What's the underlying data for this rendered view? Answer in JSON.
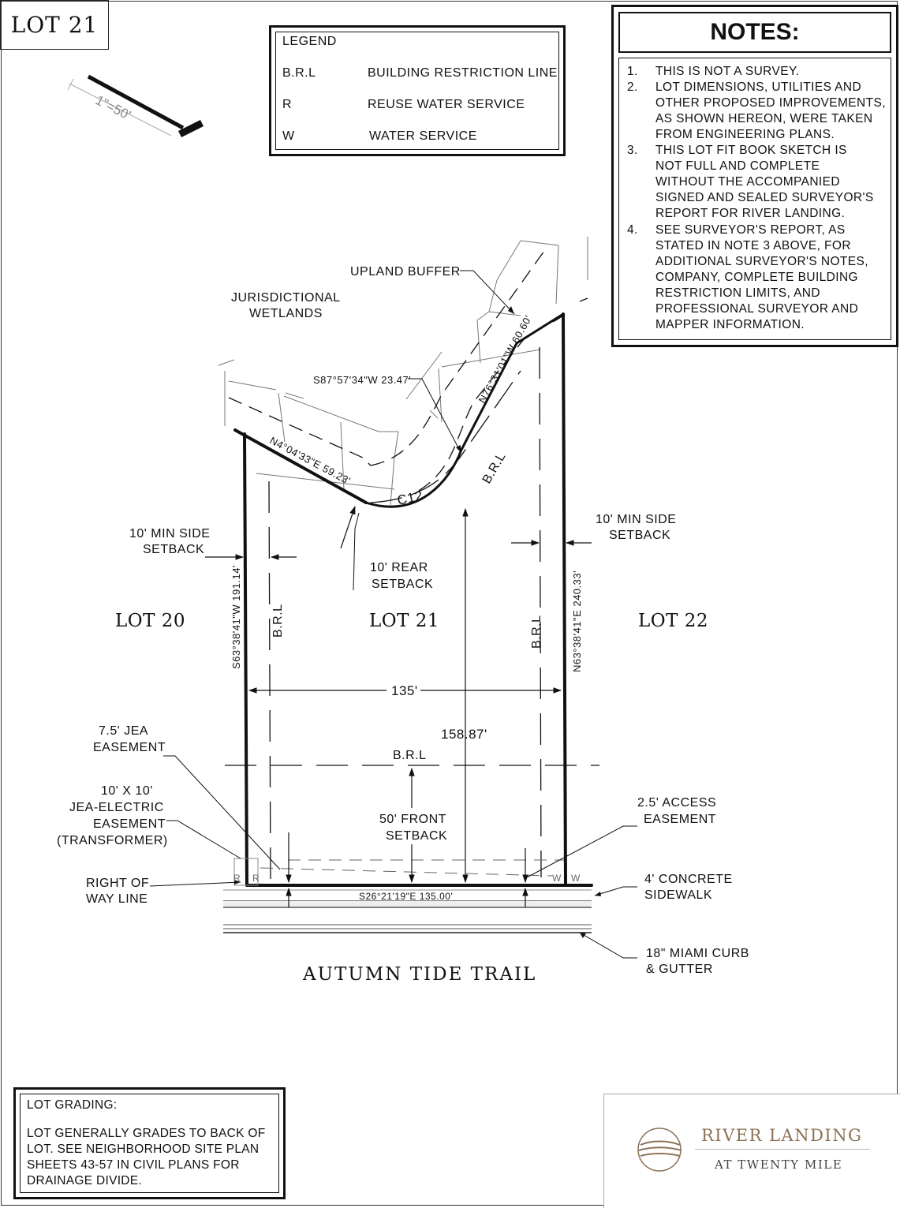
{
  "title": "LOT 21",
  "scale": "1\"=50'",
  "legend": {
    "heading": "LEGEND",
    "rows": [
      {
        "abbr": "B.R.L",
        "desc": "BUILDING RESTRICTION LINE"
      },
      {
        "abbr": "R",
        "desc": "REUSE WATER SERVICE"
      },
      {
        "abbr": "W",
        "desc": "WATER SERVICE"
      }
    ]
  },
  "notes": {
    "heading": "NOTES:",
    "items": [
      {
        "num": "1.",
        "text": "THIS IS NOT A SURVEY."
      },
      {
        "num": "2.",
        "text": "LOT DIMENSIONS, UTILITIES AND\nOTHER PROPOSED IMPROVEMENTS,\nAS SHOWN HEREON, WERE TAKEN\nFROM ENGINEERING PLANS."
      },
      {
        "num": "3.",
        "text": "THIS LOT FIT BOOK SKETCH IS\nNOT FULL AND COMPLETE\nWITHOUT THE ACCOMPANIED\nSIGNED AND SEALED SURVEYOR'S\nREPORT FOR RIVER LANDING."
      },
      {
        "num": "4.",
        "text": "SEE SURVEYOR'S REPORT, AS\nSTATED IN NOTE 3 ABOVE, FOR\nADDITIONAL SURVEYOR'S NOTES,\nCOMPANY, COMPLETE BUILDING\nRESTRICTION LIMITS, AND\nPROFESSIONAL SURVEYOR AND\nMAPPER INFORMATION."
      }
    ]
  },
  "plan": {
    "upland_buffer": "UPLAND BUFFER",
    "wetlands_1": "JURISDICTIONAL",
    "wetlands_2": "WETLANDS",
    "bearing_s87": "S87°57'34\"W 23.47'",
    "bearing_n76": "N76°31'01\"W 60.60'",
    "bearing_n4": "N4°04'33\"E 59.23'",
    "curve": "C12",
    "brl": "B.R.L",
    "side_setback_1": "10' MIN SIDE",
    "side_setback_2": "SETBACK",
    "rear_setback_1": "10' REAR",
    "rear_setback_2": "SETBACK",
    "lot_20": "LOT 20",
    "lot_21": "LOT 21",
    "lot_22": "LOT 22",
    "bearing_s63": "S63°38'41\"W 191.14'",
    "bearing_n63": "N63°38'41\"E 240.33'",
    "width": "135'",
    "depth": "158.87'",
    "jea_1": "7.5' JEA",
    "jea_2": "EASEMENT",
    "jea_elec_1": "10' X 10'",
    "jea_elec_2": "JEA-ELECTRIC",
    "jea_elec_3": "EASEMENT",
    "jea_elec_4": "(TRANSFORMER)",
    "front_1": "50' FRONT",
    "front_2": "SETBACK",
    "access_1": "2.5' ACCESS",
    "access_2": "EASEMENT",
    "row_1": "RIGHT OF",
    "row_2": "WAY LINE",
    "front_bearing": "S26°21'19\"E 135.00'",
    "sidewalk_1": "4' CONCRETE",
    "sidewalk_2": "SIDEWALK",
    "curb_1": "18\" MIAMI CURB",
    "curb_2": "& GUTTER",
    "service_r": "R",
    "service_w": "W",
    "street": "AUTUMN TIDE TRAIL"
  },
  "grading": {
    "heading": "LOT GRADING:",
    "text": "LOT GENERALLY GRADES TO BACK OF\nLOT. SEE NEIGHBORHOOD SITE PLAN\nSHEETS 43-57 IN CIVIL PLANS FOR\nDRAINAGE DIVIDE."
  },
  "logo": {
    "name": "RIVER LANDING",
    "sub": "AT TWENTY MILE"
  }
}
